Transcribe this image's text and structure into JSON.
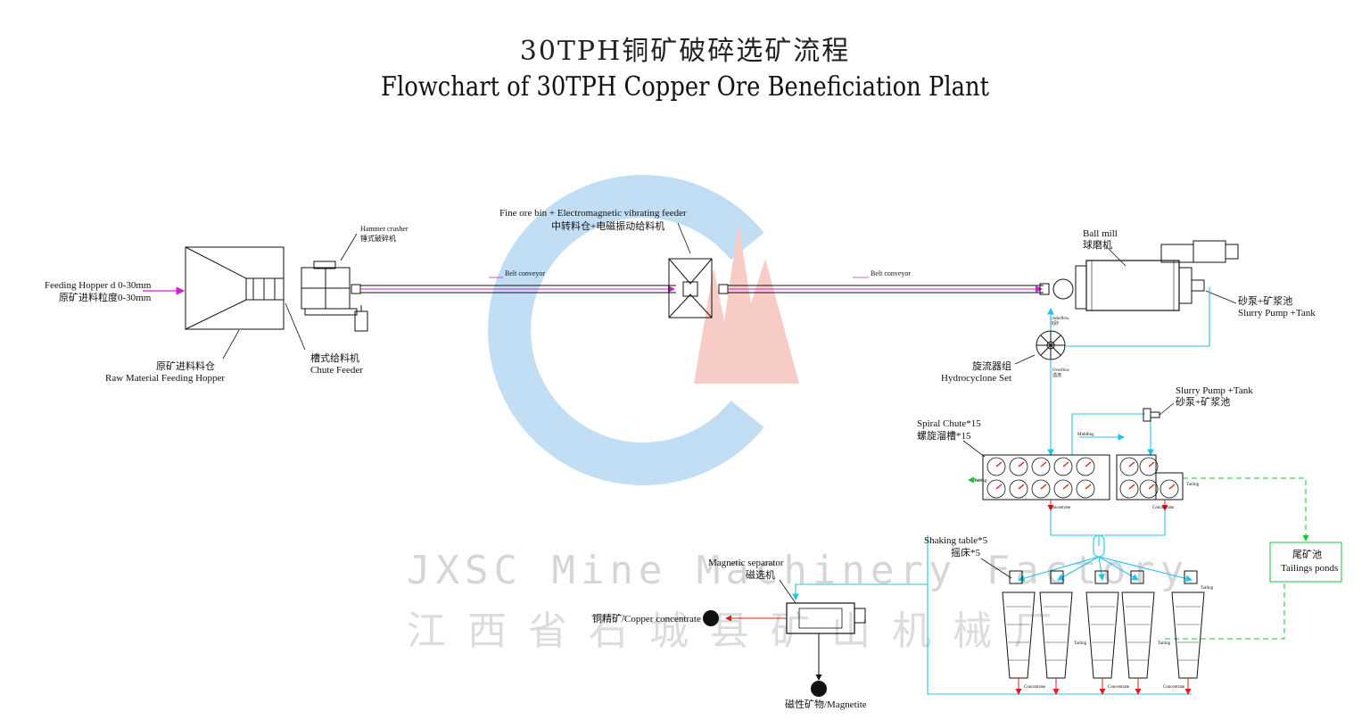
{
  "title": {
    "zh": "30TPH铜矿破碎选矿流程",
    "en": "Flowchart of 30TPH Copper  Ore Beneficiation Plant"
  },
  "watermark": {
    "en": "JXSC Mine Machinery Factory",
    "zh": "江西省石城县矿山机械厂",
    "logo_colors": [
      "#3b8fd6",
      "#e2513b"
    ]
  },
  "colors": {
    "line": "#111111",
    "feed_arrow": "#d020d0",
    "pipe": "#22c3e8",
    "green": "#19c43a",
    "red": "#e01e1e"
  },
  "labels": {
    "feeding_hopper_en": "Feeding Hopper d 0-30mm",
    "feeding_hopper_zh": "原矿进料粒度0-30mm",
    "raw_hopper_zh": "原矿进料料仓",
    "raw_hopper_en": "Raw Material Feeding Hopper",
    "hammer_en": "Hammer crusher",
    "hammer_zh": "锤式破碎机",
    "chute_zh": "槽式给料机",
    "chute_en": "Chute Feeder",
    "belt1": "Belt conveyor",
    "belt2": "Belt conveyor",
    "fine_bin_en": "Fine ore bin + Electromagnetic vibrating feeder",
    "fine_bin_zh": "中转料仓+电磁振动给料机",
    "ball_mill_en": "Ball mill",
    "ball_mill_zh": "球磨机",
    "slurry1_zh": "砂泵+矿浆池",
    "slurry1_en": "Slurry Pump +Tank",
    "hydro_zh": "旋流器组",
    "hydro_en": "Hydrocyclone Set",
    "underflow": "Underflow",
    "underflow_zh": "沉砂",
    "overflow": "Overflow",
    "overflow_zh": "溢流",
    "slurry2_en": "Slurry Pump +Tank",
    "slurry2_zh": "砂泵+矿浆池",
    "spiral_en": "Spiral Chute*15",
    "spiral_zh": "螺旋溜槽*15",
    "middling": "Middling",
    "tailing_left": "Tailing",
    "tailing_right": "Tailing",
    "concentrate_a": "Concentrate",
    "concentrate_b": "Concentrate",
    "tailings_zh": "尾矿池",
    "tailings_en": "Tailings ponds",
    "shaking_en": "Shaking table*5",
    "shaking_zh": "摇床*5",
    "shaking_tailing_1": "Tailing",
    "shaking_tailing_2": "Tailing",
    "shaking_tailing_3": "Tailing",
    "conc_1": "Concentrate",
    "conc_2": "Concentrate",
    "conc_3": "Concentrate",
    "magsep_en": "Magnetic separator",
    "magsep_zh": "磁选机",
    "copper_conc": "铜精矿/Copper concentrate",
    "magnetite": "磁性矿物/Magnetite"
  }
}
